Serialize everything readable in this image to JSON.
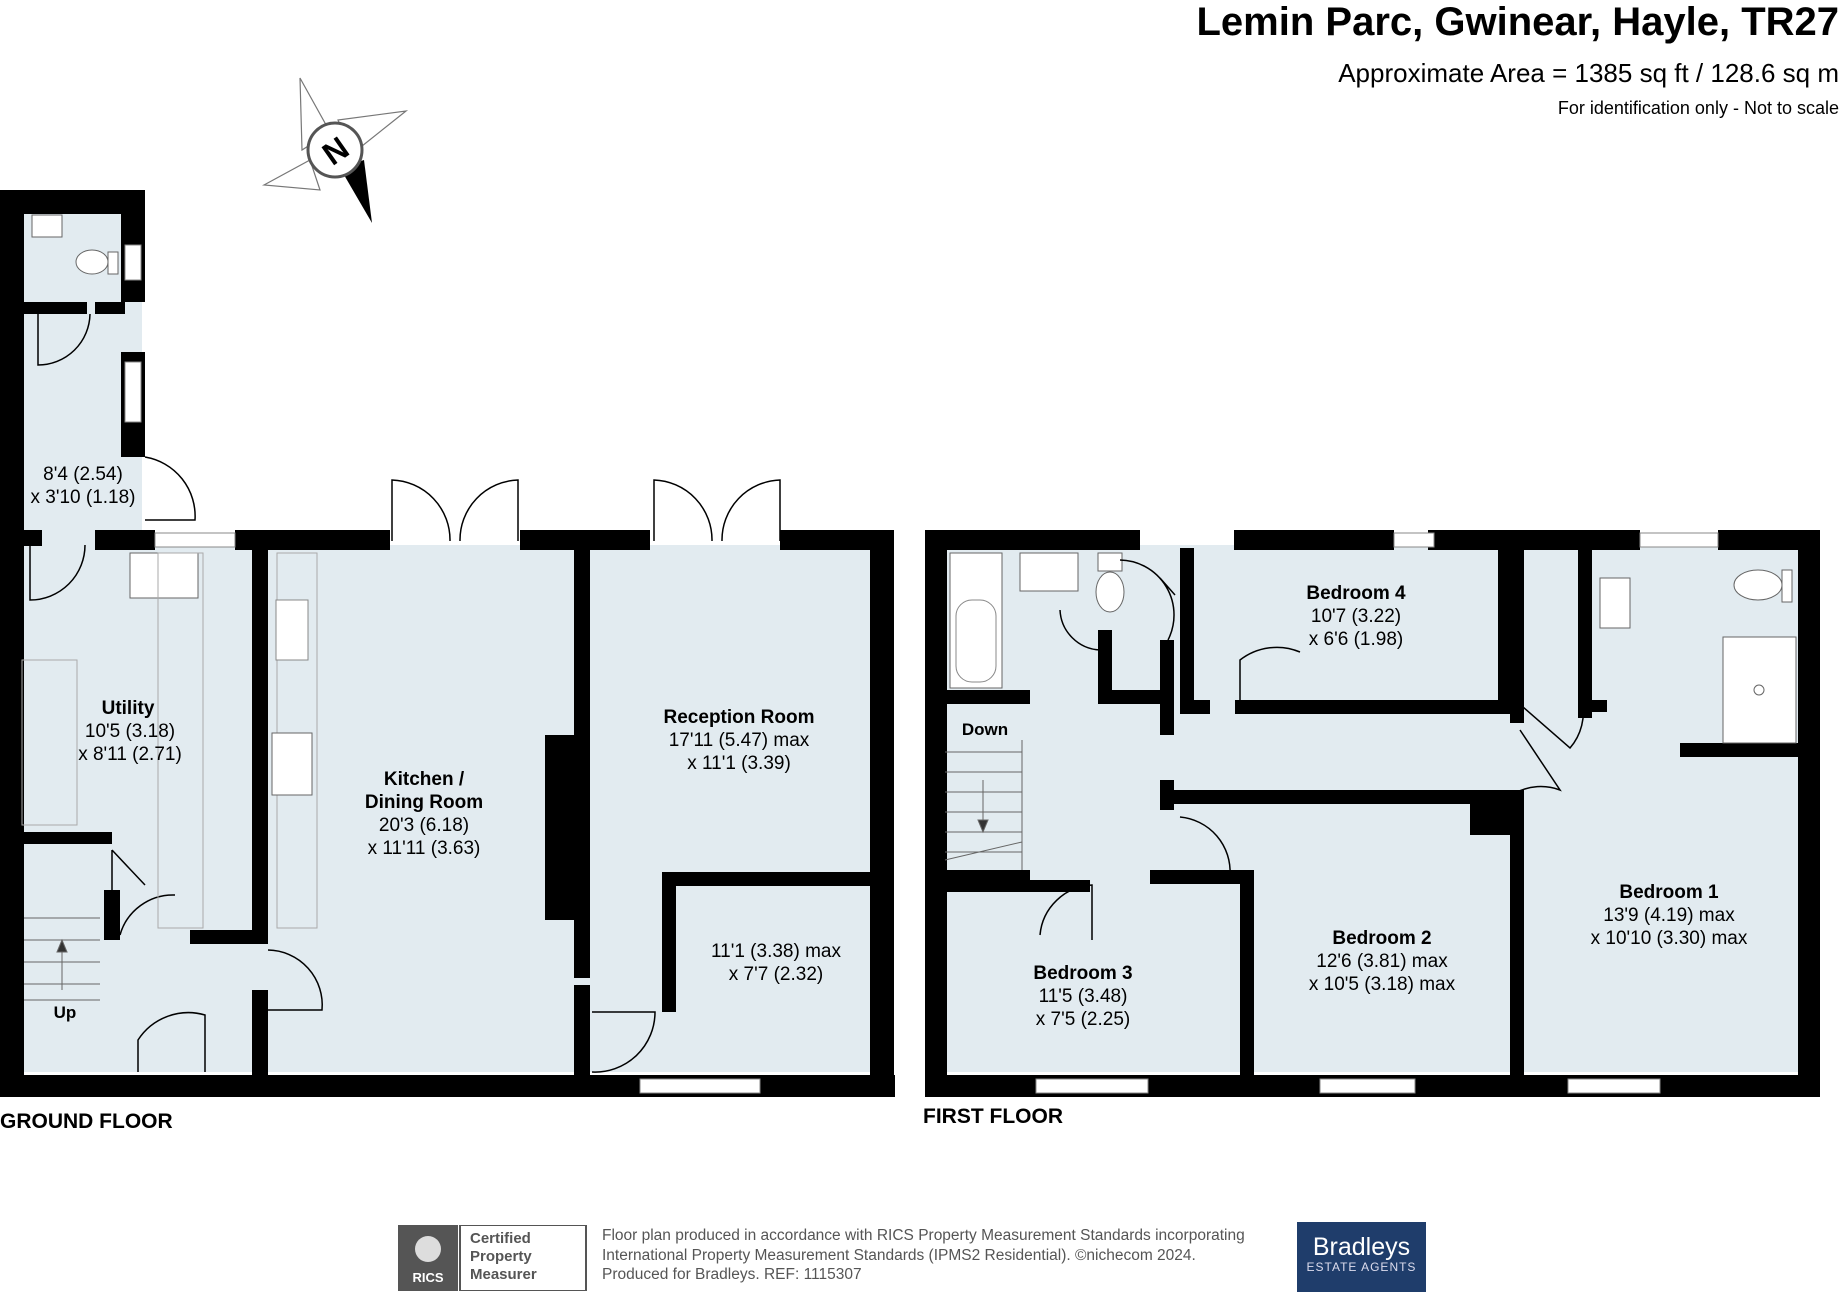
{
  "header": {
    "title": "Lemin Parc, Gwinear, Hayle, TR27",
    "area": "Approximate Area = 1385 sq ft / 128.6 sq m",
    "disclaimer": "For identification only - Not to scale"
  },
  "compass": {
    "label": "N"
  },
  "ground_floor": {
    "label": "GROUND FLOOR",
    "rooms": {
      "wc_hall": {
        "dims1": "8'4 (2.54)",
        "dims2": "x 3'10 (1.18)"
      },
      "utility": {
        "name": "Utility",
        "dims1": "10'5 (3.18)",
        "dims2": "x 8'11 (2.71)"
      },
      "kitchen": {
        "name1": "Kitchen /",
        "name2": "Dining Room",
        "dims1": "20'3 (6.18)",
        "dims2": "x 11'11 (3.63)"
      },
      "reception": {
        "name": "Reception Room",
        "dims1": "17'11 (5.47) max",
        "dims2": "x 11'1 (3.39)"
      },
      "study": {
        "dims1": "11'1 (3.38) max",
        "dims2": "x 7'7 (2.32)"
      }
    },
    "stairs_label": "Up"
  },
  "first_floor": {
    "label": "FIRST FLOOR",
    "rooms": {
      "bedroom4": {
        "name": "Bedroom 4",
        "dims1": "10'7 (3.22)",
        "dims2": "x 6'6 (1.98)"
      },
      "bedroom1": {
        "name": "Bedroom 1",
        "dims1": "13'9 (4.19) max",
        "dims2": "x 10'10 (3.30) max"
      },
      "bedroom2": {
        "name": "Bedroom 2",
        "dims1": "12'6 (3.81) max",
        "dims2": "x 10'5 (3.18) max"
      },
      "bedroom3": {
        "name": "Bedroom 3",
        "dims1": "11'5 (3.48)",
        "dims2": "x 7'5 (2.25)"
      }
    },
    "stairs_label": "Down"
  },
  "footer": {
    "rics_label": "RICS",
    "rics_cert1": "Certified",
    "rics_cert2": "Property",
    "rics_cert3": "Measurer",
    "line1": "Floor plan produced in accordance with RICS Property Measurement Standards incorporating",
    "line2": "International Property Measurement Standards (IPMS2 Residential).   ©nichecom 2024.",
    "line3": "Produced for Bradleys.   REF: 1115307",
    "brand_name": "Bradleys",
    "brand_sub": "ESTATE AGENTS"
  },
  "colors": {
    "room_fill": "#e2ebf0",
    "wall": "#000000",
    "brand": "#1f3d6b"
  }
}
